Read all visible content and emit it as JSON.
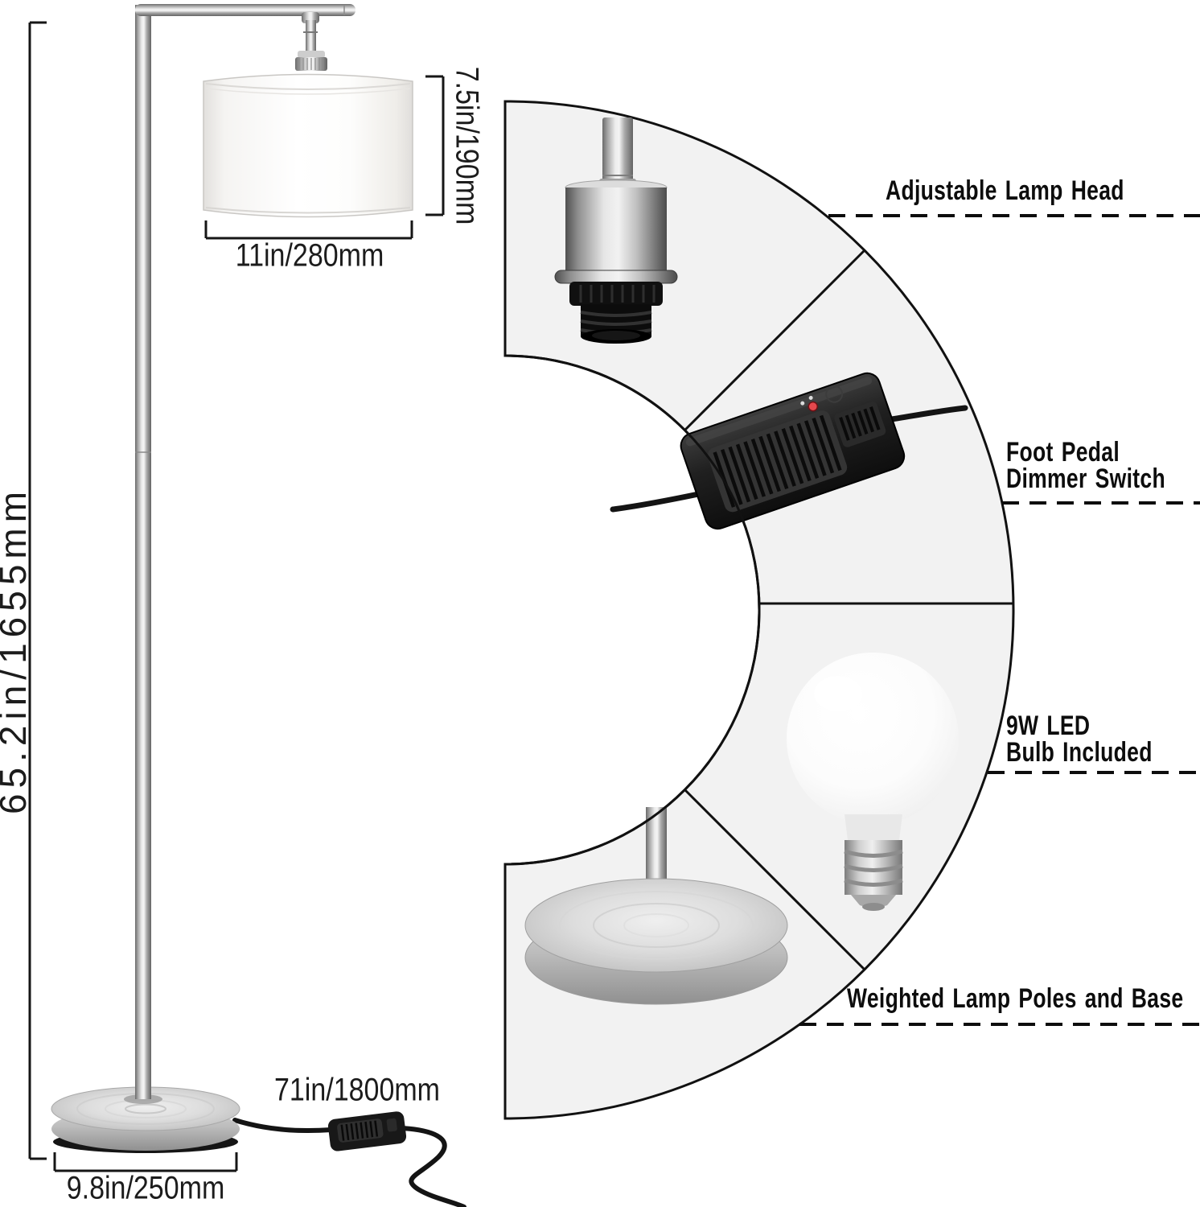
{
  "product_diagram": {
    "dimensions": {
      "total_height": "65.2in/1655mm",
      "shade_height": "7.5in/190mm",
      "shade_diameter": "11in/280mm",
      "cord_length": "71in/1800mm",
      "base_diameter": "9.8in/250mm"
    },
    "features": [
      {
        "lines": [
          "Adjustable Lamp Head"
        ]
      },
      {
        "lines": [
          "Foot Pedal",
          "Dimmer Switch"
        ]
      },
      {
        "lines": [
          "9W LED",
          "Bulb Included"
        ]
      },
      {
        "lines": [
          "Weighted Lamp Poles and Base"
        ]
      }
    ],
    "colors": {
      "background": "#ffffff",
      "line": "#111111",
      "ring_fill": "#f2f2f2",
      "metal_light": "#ededed",
      "metal_dark": "#636363",
      "shade_white": "#ffffff",
      "pedal_black": "#1a1a1a",
      "led_red": "#e5484d"
    }
  }
}
